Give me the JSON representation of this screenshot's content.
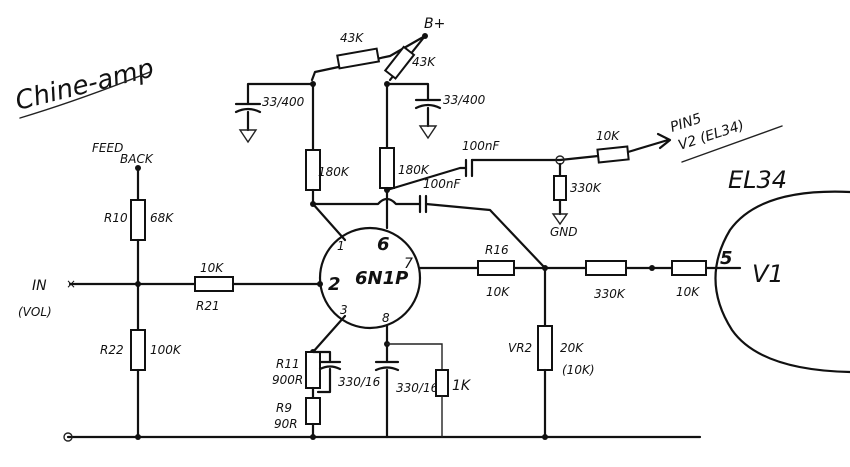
{
  "title": "Chine-amp",
  "labels": {
    "feedback_line1": "FEED",
    "feedback_line2": "BACK",
    "in_label": "IN",
    "in_vol": "(VOL)",
    "bplus": "B+",
    "tube": "6N1P",
    "el34": "EL34",
    "v1": "V1",
    "pin5_line1": "PIN5",
    "pin5_line2": "V2 (EL34)",
    "gnd": "GND"
  },
  "pins": {
    "p1": "1",
    "p2": "2",
    "p3": "3",
    "p6": "6",
    "p7": "7",
    "p8": "8",
    "p5": "5"
  },
  "components": {
    "r_top_left": "43K",
    "r_top_right": "43K",
    "c_left_bypass": "33/400",
    "c_right_bypass": "33/400",
    "r_plate_left": "180K",
    "r_plate_right": "180K",
    "c_upper": "100nF",
    "c_lower": "100nF",
    "r_out": "10K",
    "r_gnd": "330K",
    "r10_name": "R10",
    "r10_val": "68K",
    "r21_val": "10K",
    "r21_name": "R21",
    "r22_name": "R22",
    "r22_val": "100K",
    "r16_name": "R16",
    "r16_val": "10K",
    "r330_val": "330K",
    "r_grid_val": "10K",
    "vr2_name": "VR2",
    "vr2_val": "20K",
    "vr2_alt": "(10K)",
    "r11_name": "R11",
    "r11_val": "900R",
    "r9_name": "R9",
    "r9_val": "90R",
    "c_cath_left": "330/16",
    "c_cath_right": "330/16",
    "r_1k": "1K"
  }
}
